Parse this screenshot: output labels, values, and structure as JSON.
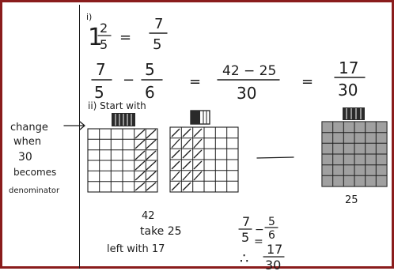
{
  "margin_note": {
    "lines": [
      "change",
      "when",
      "30",
      "becomes",
      "denominator"
    ]
  },
  "part_i": {
    "label": "i)",
    "mixed_whole": "1",
    "mixed_num": "2",
    "mixed_den": "5",
    "equals": "=",
    "improper_num": "7",
    "improper_den": "5"
  },
  "subtraction": {
    "a_num": "7",
    "a_den": "5",
    "minus": "−",
    "b_num": "5",
    "b_den": "6",
    "eq1": "=",
    "common_num": "42 − 25",
    "common_den": "30",
    "eq2": "=",
    "result_num": "17",
    "result_den": "30"
  },
  "part_ii": {
    "label": "ii) Start with"
  },
  "model": {
    "rows": 6,
    "cols": 6,
    "remaining_label": "25"
  },
  "working": {
    "line1": "42",
    "line2": "take 25",
    "line3": "left with 17"
  },
  "summary": {
    "a_num": "7",
    "a_den": "5",
    "minus": "−",
    "b_num": "5",
    "b_den": "6",
    "eq": "=",
    "r_num": "17",
    "r_den": "30",
    "therefore": "∴"
  },
  "colors": {
    "border": "#8a1c1c",
    "ink": "#1c1c1c"
  }
}
